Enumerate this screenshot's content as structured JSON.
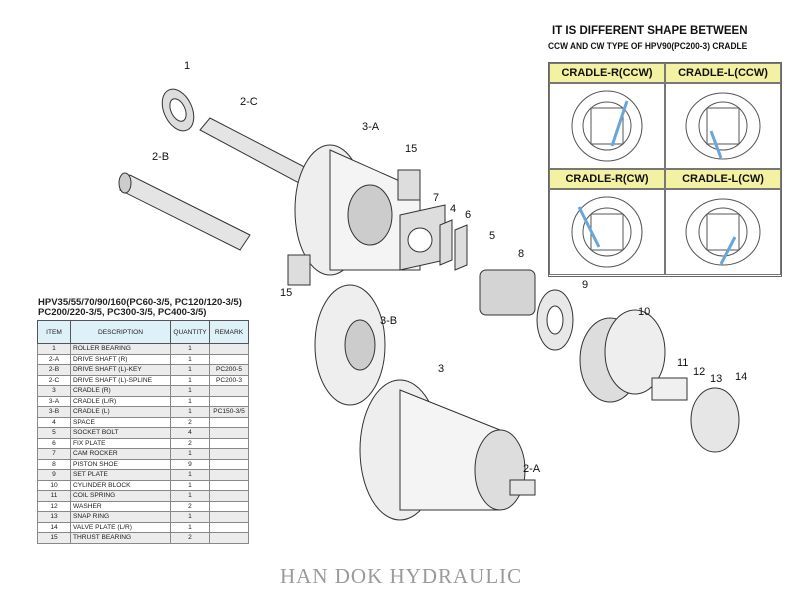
{
  "cradle_note": {
    "title_line1": "IT IS DIFFERENT SHAPE BETWEEN",
    "title_line2": "CCW AND CW TYPE OF HPV90(PC200-3) CRADLE",
    "cells": [
      "CRADLE-R(CCW)",
      "CRADLE-L(CCW)",
      "CRADLE-R(CW)",
      "CRADLE-L(CW)"
    ]
  },
  "parts_table": {
    "title_line1": "HPV35/55/70/90/160(PC60-3/5, PC120/120-3/5)",
    "title_line2": "PC200/220-3/5, PC300-3/5, PC400-3/5)",
    "headers": [
      "ITEM",
      "DESCRIPTION",
      "QUANTITY",
      "REMARK"
    ],
    "rows": [
      [
        "1",
        "ROLLER BEARING",
        "1",
        ""
      ],
      [
        "2-A",
        "DRIVE SHAFT (R)",
        "1",
        ""
      ],
      [
        "2-B",
        "DRIVE SHAFT (L)-KEY",
        "1",
        "PC200-5"
      ],
      [
        "2-C",
        "DRIVE SHAFT (L)-SPLINE",
        "1",
        "PC200-3"
      ],
      [
        "3",
        "CRADLE (R)",
        "1",
        ""
      ],
      [
        "3-A",
        "CRADLE (L/R)",
        "1",
        ""
      ],
      [
        "3-B",
        "CRADLE (L)",
        "1",
        "PC150-3/5"
      ],
      [
        "4",
        "SPACE",
        "2",
        ""
      ],
      [
        "5",
        "SOCKET BOLT",
        "4",
        ""
      ],
      [
        "6",
        "FIX PLATE",
        "2",
        ""
      ],
      [
        "7",
        "CAM ROCKER",
        "1",
        ""
      ],
      [
        "8",
        "PISTON SHOE",
        "9",
        ""
      ],
      [
        "9",
        "SET PLATE",
        "1",
        ""
      ],
      [
        "10",
        "CYLINDER BLOCK",
        "1",
        ""
      ],
      [
        "11",
        "COIL SPRING",
        "1",
        ""
      ],
      [
        "12",
        "WASHER",
        "2",
        ""
      ],
      [
        "13",
        "SNAP RING",
        "1",
        ""
      ],
      [
        "14",
        "VALVE PLATE (L/R)",
        "1",
        ""
      ],
      [
        "15",
        "THRUST BEARING",
        "2",
        ""
      ]
    ]
  },
  "callouts": [
    "1",
    "2-C",
    "2-B",
    "3-A",
    "15",
    "7",
    "4",
    "6",
    "5",
    "8",
    "9",
    "10",
    "3-B",
    "3",
    "11",
    "12",
    "13",
    "14",
    "2-A",
    "15"
  ],
  "watermark": "HAN DOK HYDRAULIC"
}
